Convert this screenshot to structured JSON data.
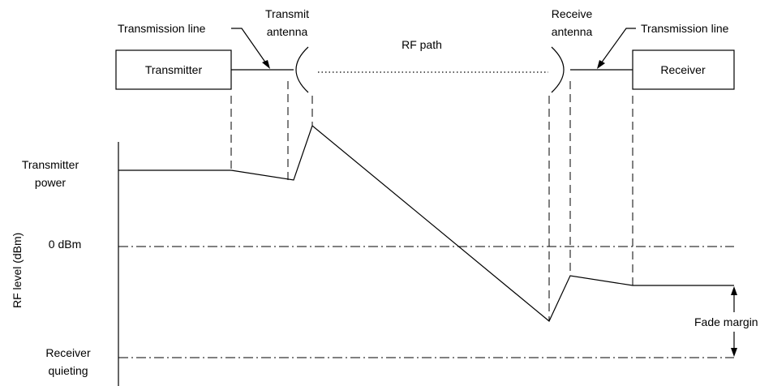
{
  "blocks": {
    "transmitter": "Transmitter",
    "receiver": "Receiver"
  },
  "labels": {
    "transmission_line_left": "Transmission line",
    "transmission_line_right": "Transmission line",
    "transmit_antenna_1": "Transmit",
    "transmit_antenna_2": "antenna",
    "receive_antenna_1": "Receive",
    "receive_antenna_2": "antenna",
    "rf_path": "RF path"
  },
  "axis": {
    "ylabel": "RF level (dBm)",
    "transmitter_power_1": "Transmitter",
    "transmitter_power_2": "power",
    "zero_dbm": "0 dBm",
    "receiver_quieting_1": "Receiver",
    "receiver_quieting_2": "quieting"
  },
  "annotations": {
    "fade_margin": "Fade margin"
  }
}
